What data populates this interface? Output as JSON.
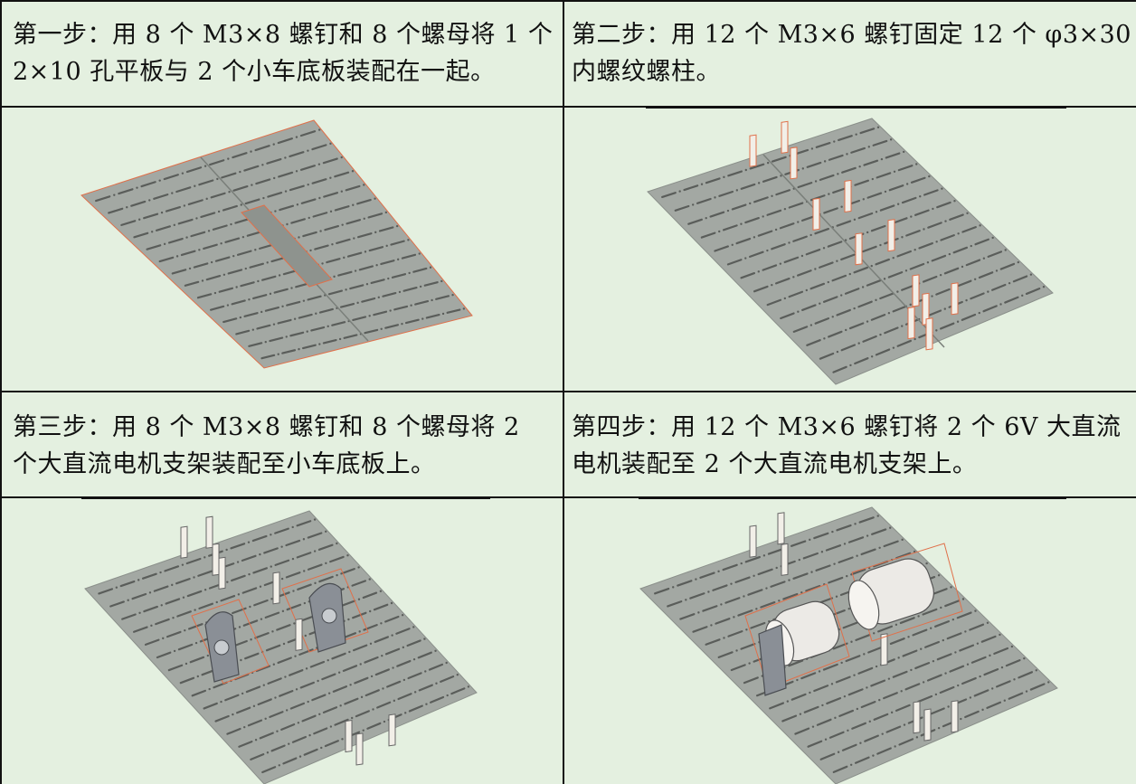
{
  "steps": [
    {
      "line1": "第一步：用 8 个 M3×8 螺钉和 8 个螺母将 1 个",
      "line2": "2×10 孔平板与 2 个小车底板装配在一起。",
      "figure": "assembled-base-plates"
    },
    {
      "line1": "第二步：用 12 个 M3×6 螺钉固定 12 个 φ3×30",
      "line2": "内螺纹螺柱。",
      "figure": "base-plates-with-standoffs"
    },
    {
      "line1": "第三步：用 8 个 M3×8 螺钉和 8 个螺母将 2",
      "line2": "个大直流电机支架装配至小车底板上。",
      "figure": "motor-brackets-mounted"
    },
    {
      "line1": "第四步：用 12 个 M3×6 螺钉将 2 个 6V 大直流",
      "line2": "电机装配至 2 个大直流电机支架上。",
      "figure": "motors-mounted"
    }
  ],
  "colors": {
    "background": "#e4f0e0",
    "plate": "#a3a8a3",
    "slot": "#5a5d5a",
    "highlight": "#e0704a"
  }
}
